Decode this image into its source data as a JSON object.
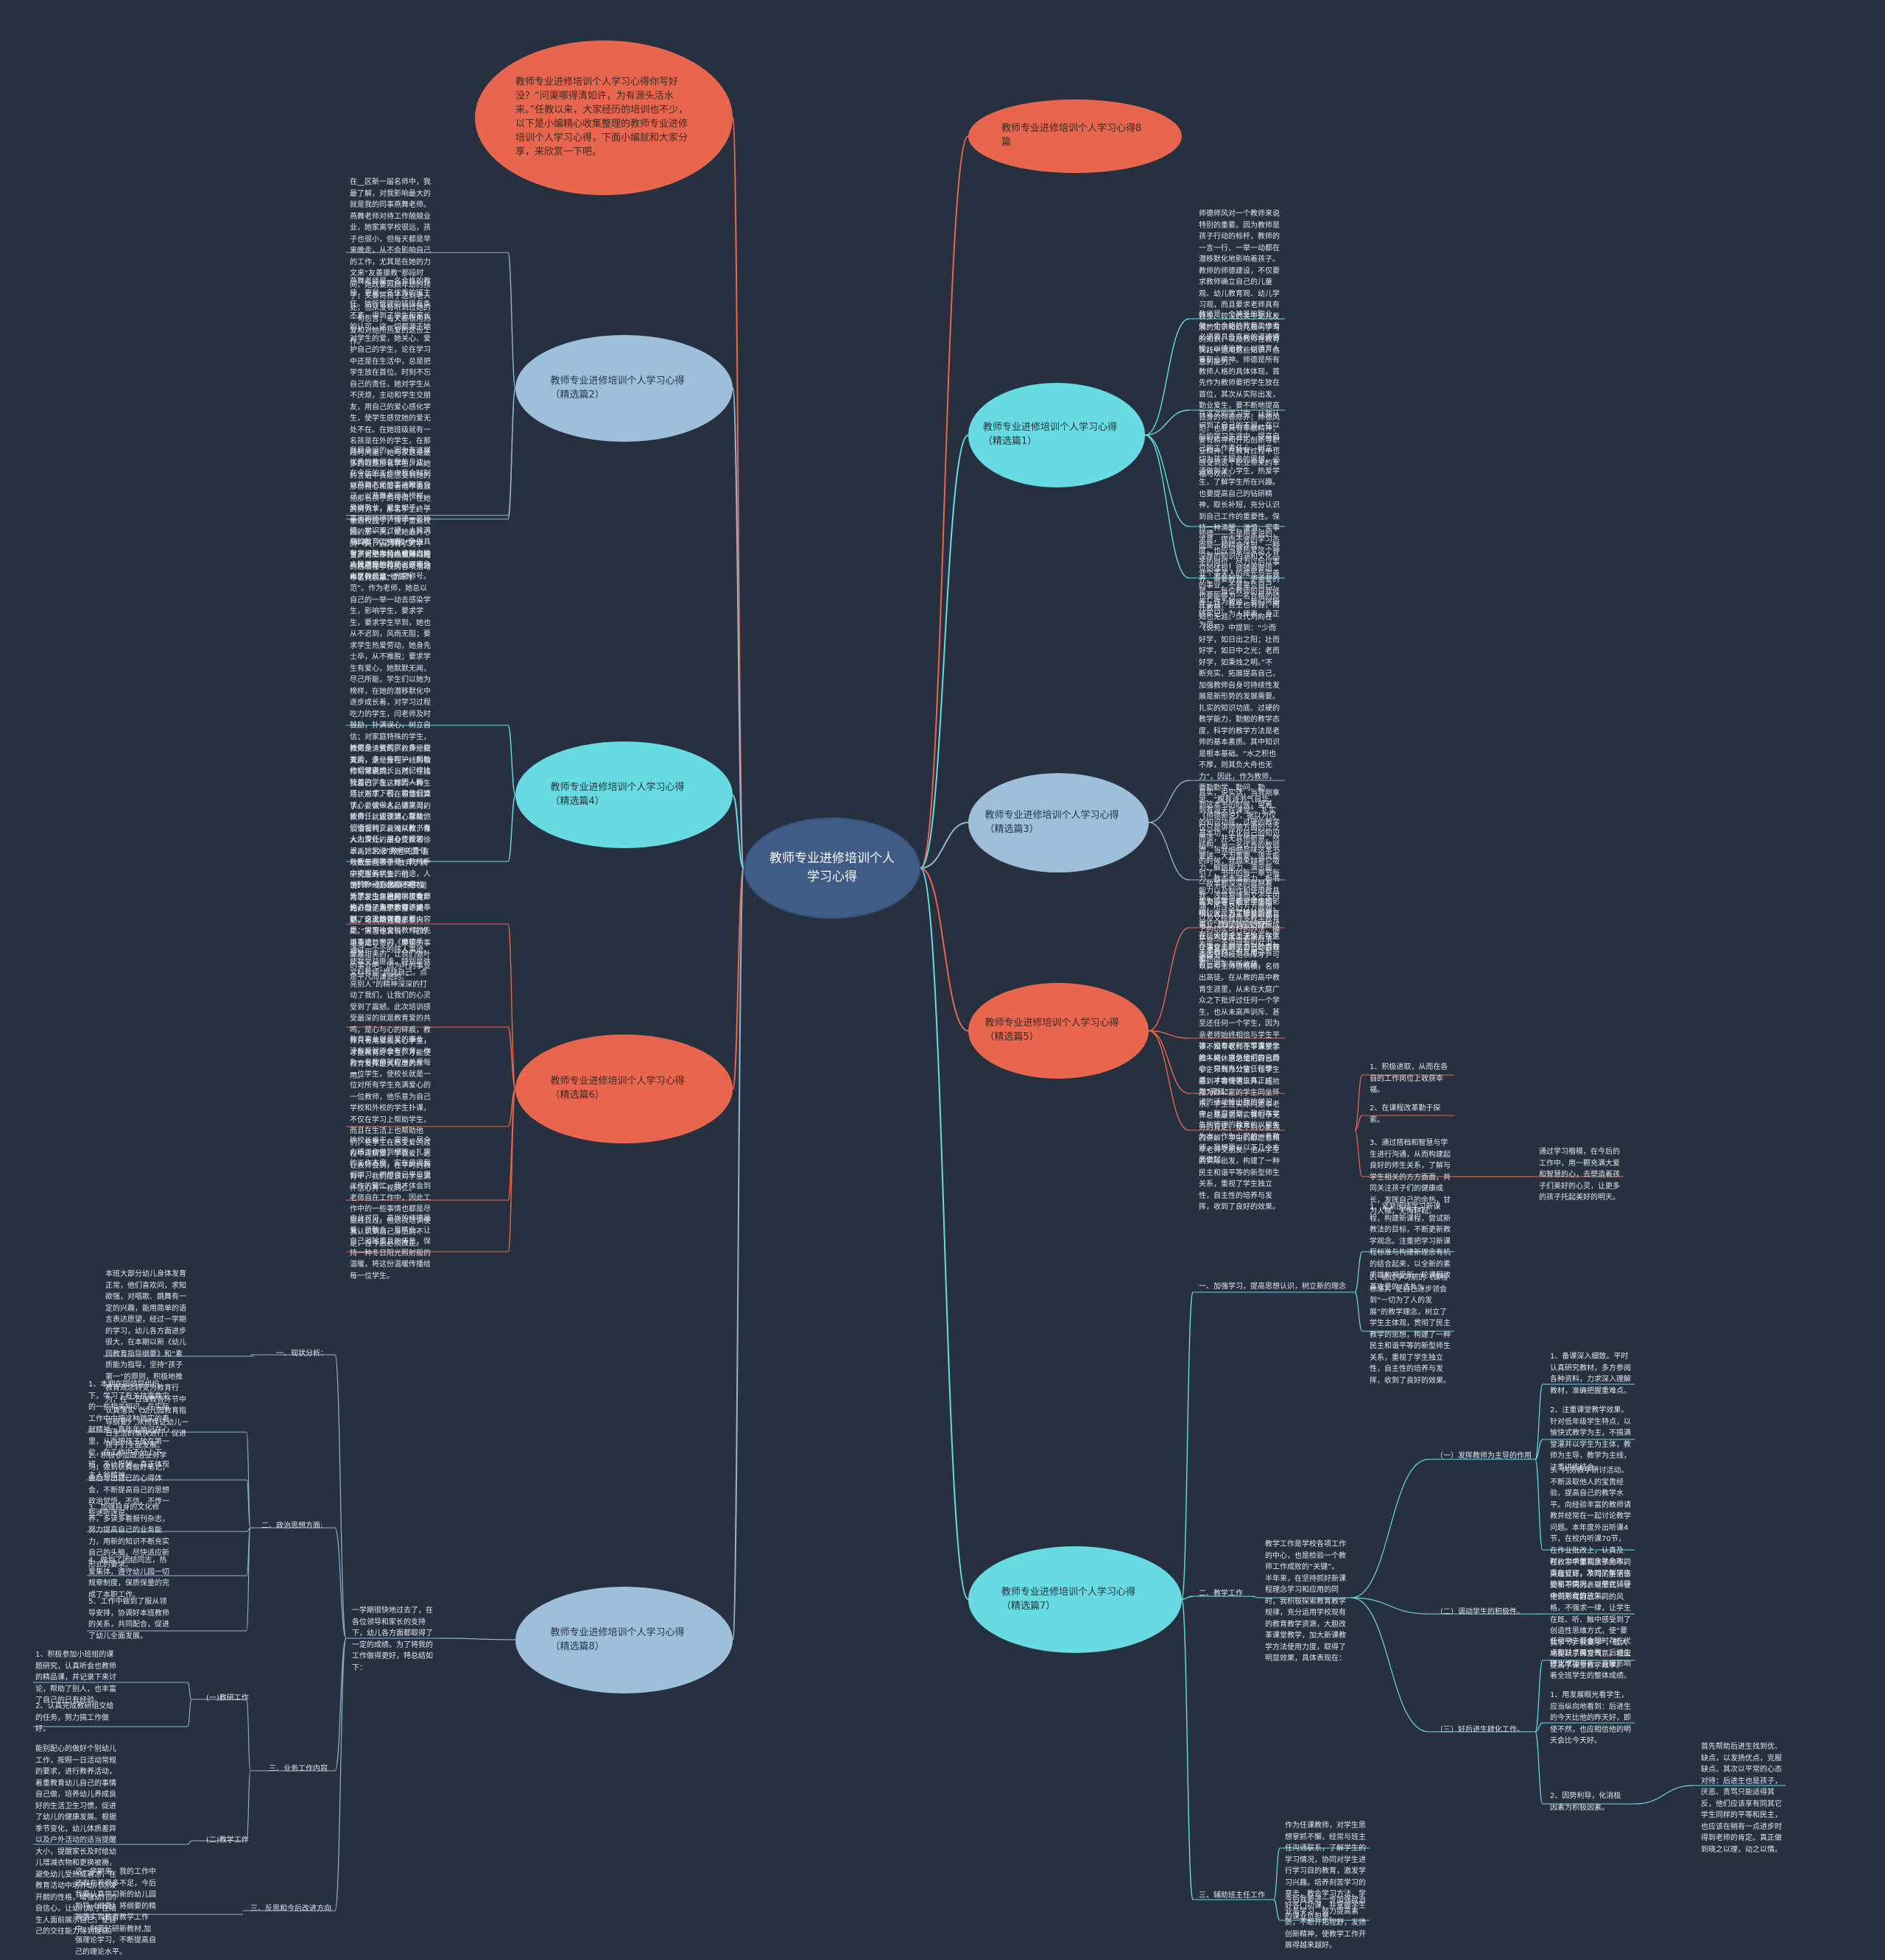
{
  "root": "教师专业进修培训个人学习心得",
  "intro": "教师专业进修培训个人学习心得你写好没？“问渠哪得清如许，为有源头活水来。”任教以来，大家经历的培训也不少，以下是小编精心收集整理的教师专业进修培训个人学习心得，下面小编就和大家分享，来欣赏一下吧。",
  "right": {
    "b8": "教师专业进修培训个人学习心得8篇",
    "b1": "教师专业进修培训个人学习心得（精选篇1）",
    "b1_t1": "师德师风对一个教师来说特别的重要。因为教师是孩子行动的标杆，教师的一言一行、一举一动都在潜移默化地影响着孩子。教师的师德建设，不仅要求教师确立自己的儿童观、幼儿教育观、幼儿学习观，而且要求老师具有较多、较深的关于幼儿发展的知识和幼儿如何学习的知识，以及教师在教育实践中运用这些知识、信息的能力。",
    "b1_t2": "教师是一个神圣的职业，做一个合格的教育工作者必须要具备高尚的道德情操，以德治教，以德育人等职业精神。师德是所有教师人格的具体体现，首先作为教师要把学生放在首位，其次从实际出发，勤业爱生，要不断地提高自身的师德修养，师德风范，也要具有奉献精神，要有精神和开拓创新等职业精神。在教育过程中也感受到这个职业带来的幸福与欢乐。",
    "b1_t3": "在这次的学习中，让我认识到了自己的不足。在以后的学习生涯中，提高自己的工作责任心，树立一切为孩子服务的思想，必须做到关心学生，热爱学生，了解学生所在兴趣。也要提高自己的钻研精神，取长补短，充分认识到自己工作的重要性。保持一种清醒，谦慎，实事求是，锲而不舍的学习态度，也应当要热爱这个神圣的岗位，尽力以后以事业个事关人的成长与完善的事业，不要辜负自己，也要能够为一名合格的幼儿教师。",
    "b1_t4": "师德——不是用来说的，而是一种精神体现，一种深厚的知识内涵和文化品位的体现！师德需要培养，需要教育，更需要的是——每位教师的自我修养！作为教师，我们将始终牢记：为人师表，身正为范。",
    "b3": "教师专业进修培训个人学习心得（精选篇3）",
    "b3_t1": "庄子云：吾生也有涯，而知也无涯。汉代刘向在《说苑》中提到：“少而好学，如日出之阳；壮而好学，如日中之光；老而好学，如秉烛之明。”不断充实、拓展提高自己，加强教师自身可持续性发展是新形势的发展需要。扎实的知识功底、过硬的教学能力，勤勉的教学态度，科学的教学方法是老师的基本素质。其中知识是根本基础。“水之积也不厚，则其负大舟也无力”，因此，作为教师，要勤勤学、勤问、勤思、“腹有诗书气自华，到有润天在课堂”。扎实的知识功底，过硬的教学基本功，优化自己的知识结构，另一名优秀的教师要讲，大为重要。语言能力、解题能力、演示能力，教态表演能力，板书能力以及制作和使用教具能力等等，都对学生的影响较大。苏霍姆林斯基说：“教师的语言修养，在极大程度上决定着学生在课堂上的脑力劳动的效率。”",
    "b3_t2": "其实，说实话，当我刚拿到这本书的时候，望着《师德新说》，据以为仅仅只是讲师德方面的泛泛而谈，并无其他新意，然而，当我细细品味这本书的时候，我越来越被它吸引了，书中的每一章节每一故事都深深的震撼着我，浅显易懂而又不失内涵，所涉及的方方面面，以及文绘教师多教学教育上的切实可行的办法，确实是一本值得看的好书，无关教材，但凡用心看看，必能有所收获。",
    "b5": "教师专业进修培训个人学习心得（精选篇5）",
    "b5_t1": "吉安小学曾明全师德楷模，就是为了挚爱的教育事业，为了孩子的健康成长，始终无怨无悔，在这个事业奉献了自己的青春和热血。",
    "b5_t2": "全国劳动模范亲库才，可以算得上师德楷模，名师出高徒。在从教的高中教育生涯里，从未在大庭广众之下批评过任何一个学生，也从未高声训斥、甚至还任何一个学生，因为亲老师始终相信与学生平等，没有权利不尊重学生的人格，损伤他们的自尊心，只有充分信任和尊重，才会使学生真正成为“亮驳”。",
    "b5_t3": "读不知辛老师在下课放学推午间休息总是把自己的学生带到办公室，让学生感到平等待遇以外，还拾摆为办公室的学生同坐怀乐。学生在实际问题事老师总是最苦常实督但予充分的肯定，使不到心能我的讲解，学生们都愿意和辛老师交朋友。他从学生的实际出发，构建了一种民主和谐平等的新型师生关系，重视了学生独立性，自主性的培养与发挥，收到了良好的效果。",
    "b5_h": "诸的活动给出我的学习中，我意识到，我们在学生的管理的教育的以学生为本，作为山区的一名教师，我想要以以下几个方面做起：",
    "b5_s1": "1、积极进取，从而在各自的工作岗位上收获幸福。",
    "b5_s2": "2、在课程改革勤于探索。",
    "b5_s3": "3、通过搭档和智慧与学生进行沟通，从而构建起良好的师生关系，了解与学生相关的方方面面，共同关注孩子们的健康成长，发挥自己的余热，甘为人梯，无悔耕耘。",
    "b5_s3b": "通过学习楷模，在今后的工作中，用一颗充满大爱和智慧的心，去塑造着孩子们美好的心灵，让更多的孩子托起美好的明天。",
    "b7": "教师专业进修培训个人学习心得（精选篇7）",
    "b7_h1": "一、加强学习，提高思想认识，树立新的理念",
    "b7_h1_t1": "1、紧紧围绕学习新课程，构建新课程，尝试新教法的目标，不断更新教学观念。注重把学习新课程标准与构建新理念有机的结合起来，以全新的素质雄构视受新一轮课程改革攻量的“洗礼”。",
    "b7_h1_t2": "2、通过学习新的《课程标准》，使自己逐步领会到“一切为了人的发展”的教学理念，树立了学生主体观，贯彻了民主教学的思想，构建了一种民主和谐平等的新型师生关系，重视了学生独立性，自主性的培养与发挥，收到了良好的效果。",
    "b7_h2": "二、教学工作",
    "b7_h2_t": "教学工作是学校各项工作的中心，也是检验一个教师工作成败的“关键”。半年来，在坚持抓好新课程理念学习和应用的同时，我积极探索教育教学规律，充分运用学校现有的教育教学资源，大胆改革课堂教学，加大新课教学方法使用力度，取得了明显效果，具体表现在：",
    "b7_h2_s1": "（一）发挥教师为主导的作用",
    "b7_h2_s1_t1": "1、备课深入细致。平时认真研究教材，多方参阅各种资料，力求深入理解教材，准确把握重难点。",
    "b7_h2_s1_t2": "2、注重课堂教学效果。针对低年级学生特点，以愉快式教学为主，不搞满堂灌并以学生为主体，教师为主导，教学为主线，注重讲练结合。",
    "b7_h2_s1_t3": "3、内务教学研讨活动。不断汲取他人的宝贵经验，提高自己的教学水平。向经验丰富的教师请教并经常在一起讨论教学问题。本年度外出听课4节，在校内听课70节，在作业批改上，认真及时，力求做到全批全改，重在订正，及时了解学生的学习情况，以便在辅导中做到有的放矢。",
    "b7_h2_s2": "（二）调动学生的积极性。",
    "b7_h2_s2_t": "在教学中重视孩子的不同兴趣爱好，不同的生活感受和不同的表现形式，使他们形成自己不同的风格，不强求一律，让学生在既、听、触中感受到了创造性思维方式，使“要我学”为“我要学”，载大地提跃了课堂气氛，相应提高了课堂教学效率。",
    "b7_h2_s3": "（三）好后进生转化工作。",
    "b7_h2_s3_t1": "任何学生都会同时存在优点和缺点两方面，后进生转化成功与否，直接影响着全班学生的整体成绩。",
    "b7_h2_s3_t2": "1、用发展眼光看学生，应当纵向地看到：后进生的今天比他的昨天好，即使不然，也应相信他的明天会比今天好。",
    "b7_h2_s3_t3": "2、因势利导，化消极因素为积极因素。",
    "b7_h2_s3_t3b": "首先帮助后进生找到优、缺点，以发扬优点，克服缺点。其次以平常的心态对待：后进生也是孩子，厌恶、责骂只能适得其反，他们应该享有同其它学生同样的平等和民主，也应该在稍有一点进步时得到老师的肯定。真正做到晓之以理，动之以情。",
    "b7_h3": "三、辅助班主任工作",
    "b7_h3_t1": "作为任课教师，对学生思想掌抓不懈，经常与班主任沟通联系，了解学生的学习情况，协同对学生进行学习目的教育，激发学习兴趣。培养刻苦学习的意志，教会学习方法，学好各门功课，并掌握学生的课业负担量。",
    "b7_h3_t2": "今后我要进一步加强政治业务学习，努力提高素质，不断开拓视野，发扬创新精神，使教学工作开展得越来越好。"
  },
  "left": {
    "b2": "教师专业进修培训个人学习心得（精选篇2）",
    "b2_t1": "在__区新一届名师中，我最了解，对我影响最大的就是我的同事燕舞老师。燕舞老师对待工作兢兢业业，她家离学校很远，孩子也很小，但每天都是早来晚走，从不会影响自己的工作，尤其是在她的力文来“友善援教”那段时间，她既要照顾年幼的孩子，又要将孩子送到老人处，但从没有听到过她的一句怨言，每天都很用热爱和对她所热爱的这份工作。",
    "b2_t2": "燕舞老师是一名合格的教师，更是一名优秀的班主任。她所管理的班级有条不紊，得到了学生和家长的认可。这一切都源于她对学生的爱，她关心、爱护自己的学生，论在学习中还是在生活中，总是把学生放在首位。时刻不忘自己的责任，她对学生从不厌烦，主动和学生交朋友，用自己的爱心感化学生，使学生感觉她的爱无处不在。在她班级就有一名孩是在外的学生，在那段时间里，她与家这是最多的就是那名学生，从她的言语中我能感受到她的那份担心和爱着他不会放他那名孩子的母情，在她的努力下，那名学生终于重返校园了，孩子重返校园的那一天，是她最开心的一天，因为有了对学生，对工作的热爱所以她的班级在学校的各项活动中名列前茅。",
    "b2_t3": "我是幸运的，因为有这样优秀的教师在我的身边。在今后的工作中我会时刻以燕舞老师的事迹鞭策自己，以燕舞老师为榜样，爱岗敬业，爱生如子，以高尚的师德铸德德一名师德、学识双过硬，人民满意的教育工作者，争做具有学识魅力与人格魅力的人民满意的教师，不辜负人民教师这一光荣称号。",
    "b4": "教师专业进修培训个人学习心得（精选篇4）",
    "b4_t1": "“师者，人之楷模也”。甘肃省中学特级教师闫桂珍就用她的行动很好地诠释了什么是“德高为范”。作为老师，她总以自己的一举一动去感染学生，影响学生，要求学生，要求学生早到，她也从不迟到，风雨无阻；要求学生热爱劳动，她身先士卒，从不推脱；要求学生有爱心，她默默无闻，尽己所能，学生们以她为榜样，在她的潜移默化中逐步成长着，对学习过程吃力的学生，闫老师及时鼓励，扑满误心，树立自信；对家庭特殊的学生，她更多一些观察，多一些关爱，多一些呵护，帮助他们健康成长；对纪律比较差的学生，她因人而异，对症下药，和他们谈谈心，谈做人，谈学习，谈责任，谈理想，帮助他们慢慢转变。她以教书育人为责任，用心传授知识，她常说“教师的责任与医生同等重要，教师手中把握着学生的前途，人生的命运，含糊不得”。为了学生，她付出了全部的心血，为了教育，她奉献了自己的青春。",
    "b4_t2": "教师是清贫的，教师是寂寞的，这是身在一线的教师常常说的。当然，在挂我自己，在这样的一种生活状态下，很在意首就算了。要做一名品德高尚的教师，就应该清心寡欲，淡泊名利，囊浅从教，像大山深处的最身支教者徐本禹，22岁的他只因“喜欢教那些孩子”放弃了读研究生的机会，他说：“一颗火柴未来只是为了发出自己的一点亮光，但他点燃了整个天空，可火柴还是那根火柴。”周惠也曾说：“花的事业是尊贵的，果实的事业是甜美的，让我们做叶的事业吧，因为叶的事业是平凡而谦逊的。”",
    "b6": "教师专业进修培训个人学习心得（精选篇6）",
    "b6_t1": "“师德”一直是个不老的话题。今年暑期学校教师也进行了集中的师德培训。这次培训的主要内容是：学习徐文科教师的先进事迹；学习《师德手册》。",
    "b6_t2": "通过一个个的感人事迹，使我受益匪浅，特别是徐文科教师“燃烧自己，点亮别人”的精神深深的打动了我们，让我们的心灵受到了震撼。此次培训感受最深的就是教育爱的共鸣，是心与心的碎痕，教师只有用爱去关心学生，才能教育好学生，才能使教育发挥最大程度的作用。",
    "b6_t3": "教育事业就是爱的事业，没有爱就不会有教育。作为一名教师就应当关爱每一位学生，使校长就是一位对所有学生充满爱心的一位教师，他乐意为自己学校和外校的学生扑课，不仅在学习上帮助学生，而且在生活上也帮助他们，使学生在感受爱的过程中理解爱，学会爱，这让教师会到，在平时的教育中，我们应该对学生满怀信心并一视同仁。",
    "b6_t4": "徐校长肯干、实干，尽全力将工作做到细致、扎实的工作态度，实在值得我们学习。想想自己平日里工作的繁忙，我才体会到老师自在工作中，因此工作中的一些事情也都是尽显过且过。但这次培训使我认识到自己身上的不足，在今后必须改正。",
    "b6_t5": "由此可见，高尚的师德是爱，是敬业，是精业，让自己消除重且的倦怠，保持一种冬日阳光照射般的温暖，将这份温暖传播给每一位学生。",
    "b8": "教师专业进修培训个人学习心得（精选篇8）",
    "b8_intro": "一学期很快地过去了，在各位领导和家长的支持下，幼儿各方面都取得了一定的成绩。为了将我的工作做得更好，特总结如下：",
    "b8_h1": "一、现状分析：",
    "b8_h1_t": "本班大部分幼儿身体发育正常，他们喜欢问，求知欲强，对唱歌、跳舞有一定的兴趣，能用简单的语言表达愿望，经过一学期的学习，幼儿各方面进步很大，在本期以新《幼儿园教育指导纲要》和“素质能为指导，坚持“孩子第一”的原则，积极地推教育观念转变为教育行为，在一日保教各环节中认真落实《幼儿园教育指导纲要》,从而保证幼儿一日生活的愉快进行，促进孩子们全面发展。",
    "b8_h2": "二、政治思想方面:",
    "b8_h2_t1": "1、本期在园领导组织下，学习了有关抗震救灾的一些相关知识，在实际工作中中把这种踏实的奉献精神一直年年地记在心里，从而把孩子放在第一位，在工作中不分上下班，不计报酬，真正体现主人翁精神。",
    "b8_h2_t2": "2、积极参加政治业务学习，做到认真做好笔记，会后写出自己的心得体会，不断提高自己的思想政治觉悟，不信、不传一些迷听迷说。",
    "b8_h2_t3": "3、加强自身的文化修养，多读多看报刊杂志，努力提高自己的业务能力，用新的知识不断充实自己的头脑，尽快适应新形式的要求。",
    "b8_h2_t4": "4、做到了团结同志，热爱集体，遵守幼儿园一切规章制度，保质保量的完成了本职工作。",
    "b8_h2_t5": "5、工作中做到了服从领导安排，协调好本班教师的关系，共同配合，促进了幼儿全面发展。",
    "b8_h3": "三、业务工作内容",
    "b8_h3_s1": "(一)教研工作",
    "b8_h3_s1_t1": "1、积极参加小班组的课题研究，认真听会也教师的精品课，并记录下来讨论，帮助了别人，也丰富了自己的已有经验。",
    "b8_h3_s1_t2": "2、认真完成教研组交给的任务，努力搞工作做好。",
    "b8_h3_s2": "(二)教学工作",
    "b8_h3_s2_t": "能别配心的做好个别幼儿工作，按照一日活动常规的要求，进行教养活动，着重教育幼儿自己的事情自己做，培养幼儿养成良好的生活卫生习惯，促进了幼儿的健康发展。根据季节变化，幼儿体质差异以及户外活动的适当提醒大小，提醒家长及时给幼儿增减衣物和更换被褥，避免幼儿受热或着凉，在教育活动中培养幼儿活泼开朗的性格，增强幼儿的自信心，让幼儿敢于在陌生人面前展示自己，使自己的交往能力得到提高。",
    "b8_h4": "三、反思和今后改进方向",
    "b8_h4_t": "这一学期来，我的工作中还存在着很多不足，今后我要认真学习新的幼儿园指导《纲要》将纲要的精神落实到教育教学工作中，刻苦钻研新教材,加强理论学习，不断提高自己的理论水平。"
  },
  "colors": {
    "background": "#27303f",
    "root": "#3f5c86",
    "orange": "#e9664e",
    "cyan": "#66dbe1",
    "blue": "#9dbfd9",
    "line_orange": "#e9664e",
    "line_cyan": "#66dbe1",
    "line_blue": "#8fb3d1"
  }
}
